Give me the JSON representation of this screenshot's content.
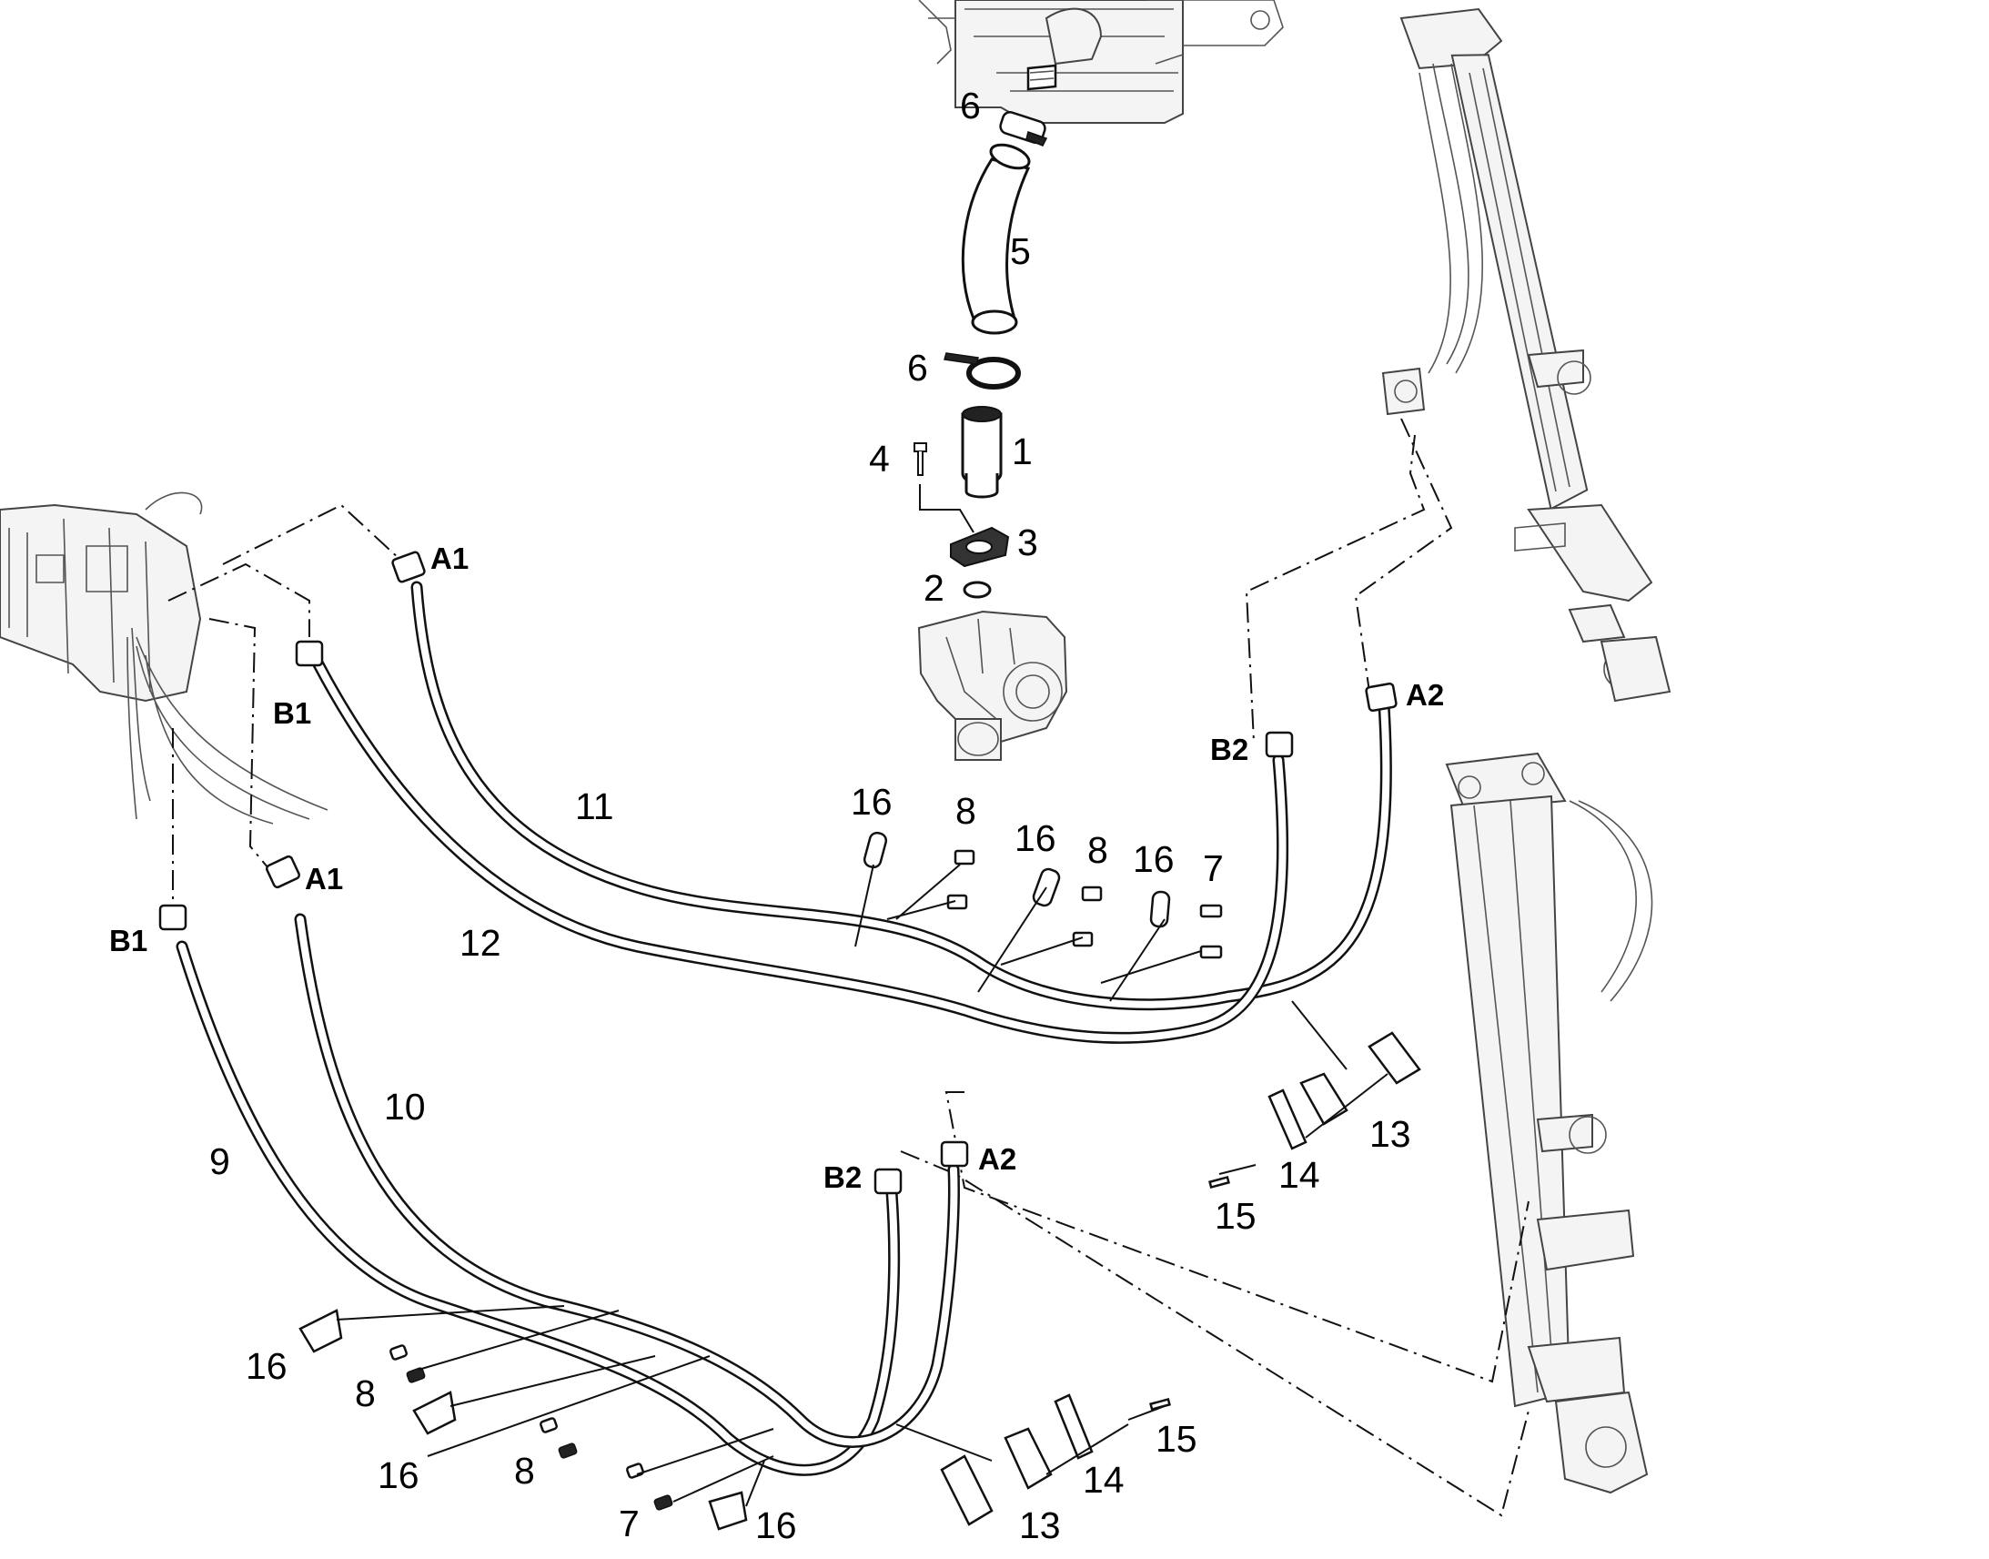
{
  "diagram": {
    "callouts": {
      "c1": "1",
      "c2": "2",
      "c3": "3",
      "c4": "4",
      "c5": "5",
      "c6a": "6",
      "c6b": "6",
      "c7a": "7",
      "c7b": "7",
      "c8a": "8",
      "c8b": "8",
      "c8c": "8",
      "c8d": "8",
      "c9": "9",
      "c10": "10",
      "c11": "11",
      "c12": "12",
      "c13a": "13",
      "c13b": "13",
      "c14a": "14",
      "c14b": "14",
      "c15a": "15",
      "c15b": "15",
      "c16a": "16",
      "c16b": "16",
      "c16c": "16",
      "c16d": "16",
      "c16e": "16",
      "c16f": "16"
    },
    "ports": {
      "a1_top": "A1",
      "b1_top": "B1",
      "a1_low": "A1",
      "b1_low": "B1",
      "b2_top": "B2",
      "a2_top": "A2",
      "b2_low": "B2",
      "a2_low": "A2"
    }
  }
}
